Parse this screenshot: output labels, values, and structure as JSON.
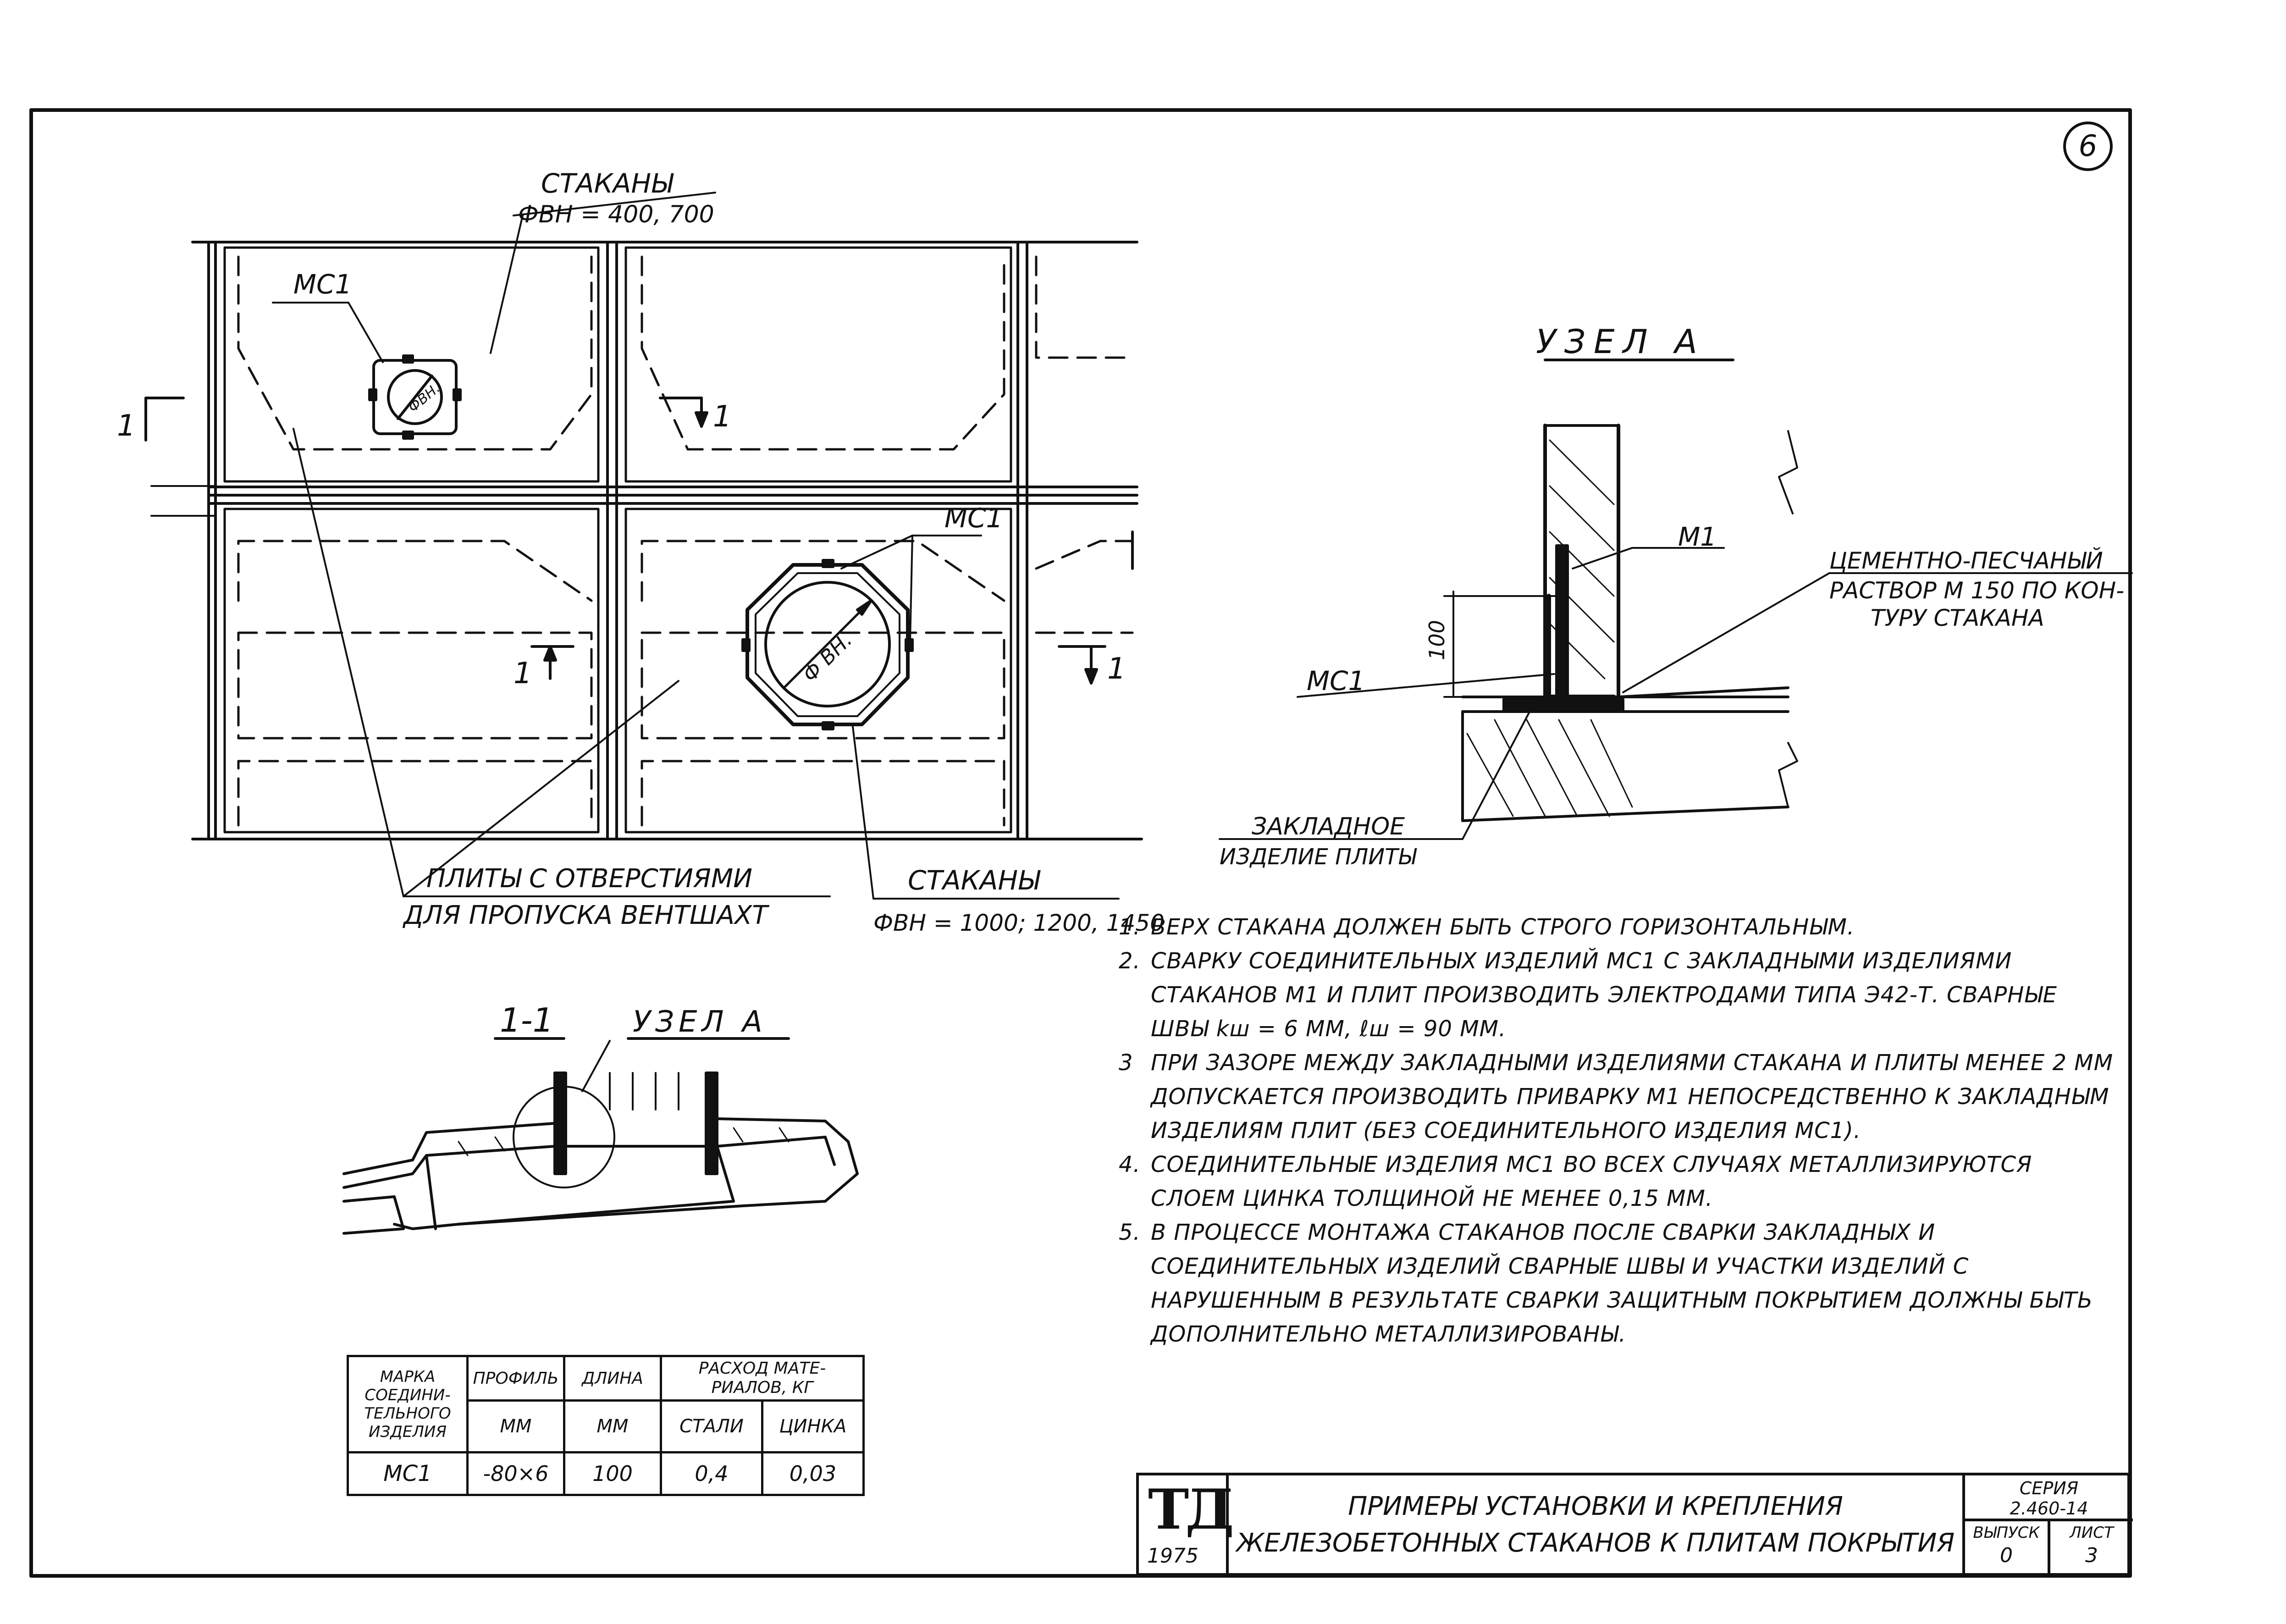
{
  "sheet_number": "6",
  "plan": {
    "label_glass_small": "СТАКАНЫ",
    "label_glass_small_dia": "ФВН = 400, 700",
    "label_mc1_top": "МС1",
    "label_mc1_mid": "МС1",
    "label_dia_small": "ФВН.",
    "label_dia_large": "Ф ВН.",
    "section_mark": "1",
    "label_plates": "ПЛИТЫ С ОТВЕРСТИЯМИ",
    "label_plates_2": "ДЛЯ ПРОПУСКА ВЕНТШАХТ",
    "label_glass_large": "СТАКАНЫ",
    "label_glass_large_dia": "ФВН = 1000; 1200, 1450"
  },
  "node_a": {
    "title": "УЗЕЛ А",
    "label_m1": "М1",
    "label_mortar": "ЦЕМЕНТНО-ПЕСЧАНЫЙ",
    "label_mortar_2": "РАСТВОР М 150 ПО КОН-",
    "label_mortar_3": "ТУРУ СТАКАНА",
    "label_mc1": "МС1",
    "dim_100": "100",
    "label_embedded": "ЗАКЛАДНОЕ",
    "label_embedded_2": "ИЗДЕЛИЕ ПЛИТЫ"
  },
  "section": {
    "title": "1-1",
    "node_ref": "УЗЕЛ А"
  },
  "notes": [
    {
      "num": "1.",
      "text": "ВЕРХ СТАКАНА ДОЛЖЕН БЫТЬ СТРОГО ГОРИЗОНТАЛЬНЫМ."
    },
    {
      "num": "2.",
      "text": "СВАРКУ СОЕДИНИТЕЛЬНЫХ ИЗДЕЛИЙ МС1 С ЗАКЛАДНЫМИ ИЗДЕЛИЯМИ СТАКАНОВ М1 И ПЛИТ ПРОИЗВОДИТЬ ЭЛЕКТРОДАМИ ТИПА Э42-Т. СВАРНЫЕ ШВЫ kш = 6 ММ, ℓш = 90 ММ."
    },
    {
      "num": "3",
      "text": "ПРИ ЗАЗОРЕ МЕЖДУ ЗАКЛАДНЫМИ ИЗДЕЛИЯМИ СТАКАНА И ПЛИТЫ МЕНЕЕ 2 ММ ДОПУСКАЕТСЯ ПРОИЗВОДИТЬ ПРИВАРКУ М1 НЕПОСРЕДСТВЕННО К ЗАКЛАДНЫМ ИЗДЕЛИЯМ ПЛИТ (БЕЗ СОЕДИНИТЕЛЬНОГО ИЗДЕЛИЯ МС1)."
    },
    {
      "num": "4.",
      "text": "СОЕДИНИТЕЛЬНЫЕ ИЗДЕЛИЯ МС1 ВО ВСЕХ СЛУЧАЯХ МЕТАЛЛИЗИРУЮТСЯ СЛОЕМ ЦИНКА ТОЛЩИНОЙ НЕ МЕНЕЕ 0,15 ММ."
    },
    {
      "num": "5.",
      "text": "В ПРОЦЕССЕ МОНТАЖА СТАКАНОВ ПОСЛЕ СВАРКИ ЗАКЛАДНЫХ И СОЕДИНИТЕЛЬНЫХ ИЗДЕЛИЙ СВАРНЫЕ ШВЫ И УЧАСТКИ ИЗДЕЛИЙ С НАРУШЕННЫМ В РЕЗУЛЬТАТЕ СВАРКИ ЗАЩИТНЫМ ПОКРЫТИЕМ ДОЛЖНЫ БЫТЬ ДОПОЛНИТЕЛЬНО МЕТАЛЛИЗИРОВАНЫ."
    }
  ],
  "spec_table": {
    "h_mark": "МАРКА СОЕДИНИ- ТЕЛЬНОГО ИЗДЕЛИЯ",
    "h_profile": "ПРОФИЛЬ",
    "h_length": "ДЛИНА",
    "h_consumption": "РАСХОД МАТЕ- РИАЛОВ, КГ",
    "u_profile": "ММ",
    "u_length": "ММ",
    "h_steel": "СТАЛИ",
    "h_zinc": "ЦИНКА",
    "row": {
      "mark": "МС1",
      "profile": "-80×6",
      "length": "100",
      "steel": "0,4",
      "zinc": "0,03"
    }
  },
  "title_block": {
    "logo": "ТД",
    "year": "1975",
    "title_1": "ПРИМЕРЫ УСТАНОВКИ И КРЕПЛЕНИЯ",
    "title_2": "ЖЕЛЕЗОБЕТОННЫХ СТАКАНОВ К ПЛИТАМ ПОКРЫТИЯ",
    "series_label": "СЕРИЯ",
    "series_value": "2.460-14",
    "issue_label": "ВЫПУСК",
    "issue_value": "0",
    "sheet_label": "ЛИСТ",
    "sheet_value": "3"
  }
}
